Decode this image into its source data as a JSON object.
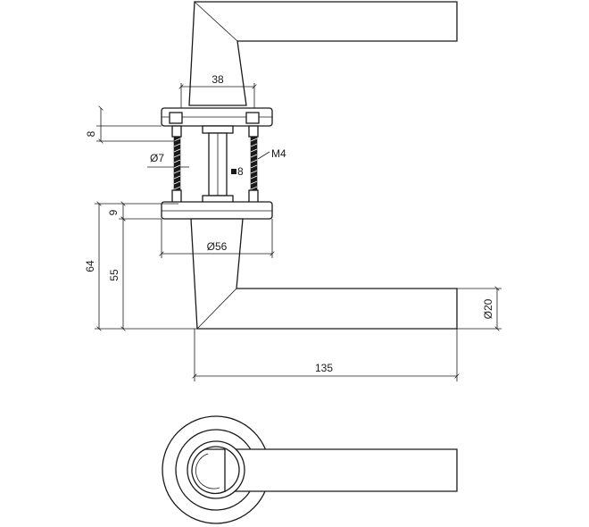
{
  "colors": {
    "line": "#1a1a1a",
    "background": "#ffffff"
  },
  "dimensions": {
    "rose_width": "38",
    "rose_thickness": "8",
    "screw_diameter": "Ø7",
    "screw_thread": "M4",
    "spindle_square": "8",
    "rose_lower_thickness": "9",
    "rose_diameter": "Ø56",
    "lever_total_height": "64",
    "lever_height": "55",
    "lever_diameter": "Ø20",
    "lever_length": "135"
  }
}
